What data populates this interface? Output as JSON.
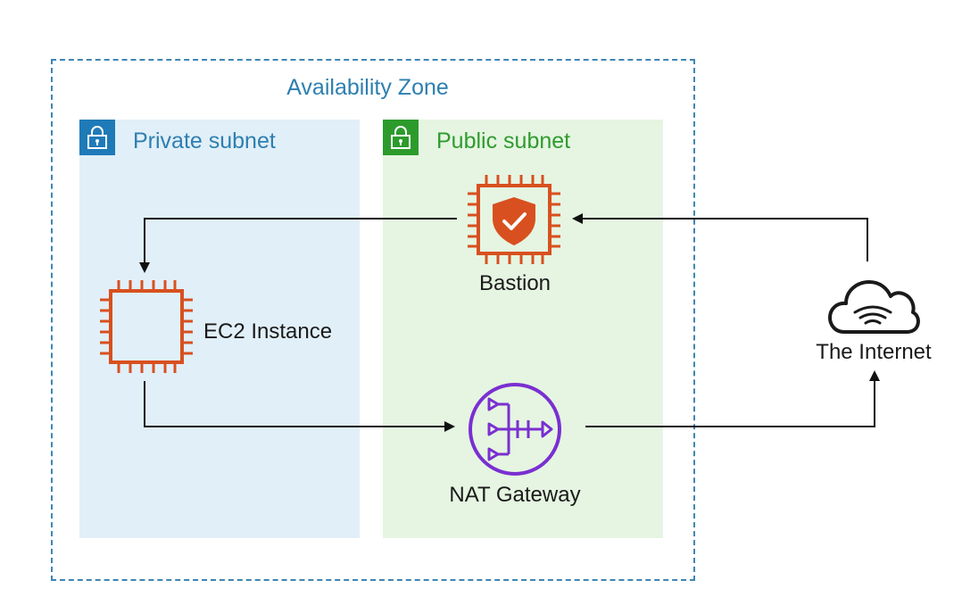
{
  "diagram": {
    "availability_zone": {
      "title": "Availability Zone"
    },
    "private_subnet": {
      "label": "Private subnet"
    },
    "public_subnet": {
      "label": "Public subnet"
    },
    "nodes": {
      "bastion": {
        "label": "Bastion"
      },
      "ec2": {
        "label": "EC2 Instance"
      },
      "nat": {
        "label": "NAT Gateway"
      },
      "internet": {
        "label": "The Internet"
      }
    },
    "colors": {
      "az_border": "#3f86b4",
      "private_bg": "#e1eff8",
      "public_bg": "#e5f5e1",
      "private_accent": "#1f7ab8",
      "public_accent": "#2c9b2c",
      "compute": "#d8501f",
      "nat": "#7a2fd1",
      "line": "#111111"
    }
  }
}
